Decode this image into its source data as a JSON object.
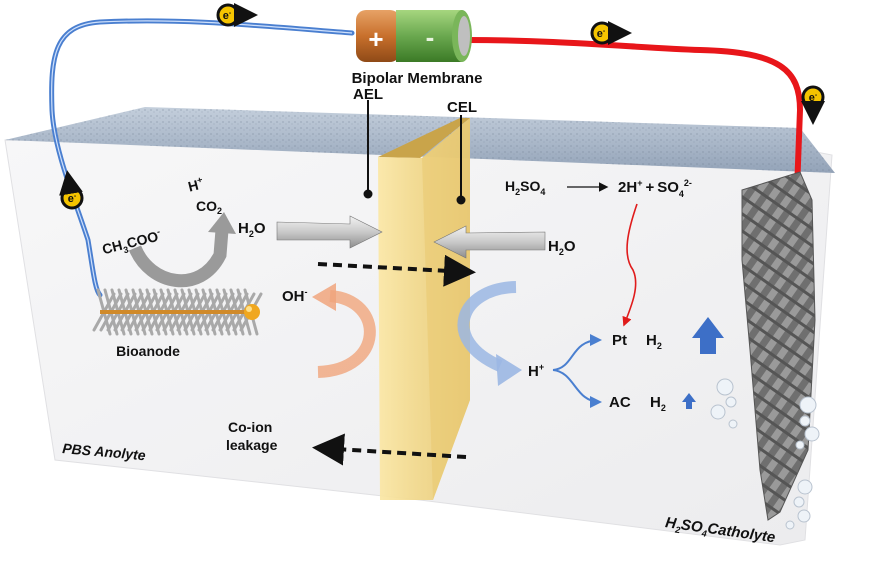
{
  "battery": {
    "positive_symbol": "+",
    "negative_symbol": "-"
  },
  "electron": {
    "symbol": "e",
    "charge": "-"
  },
  "membrane": {
    "title": "Bipolar Membrane",
    "ael_label": "AEL",
    "cel_label": "CEL"
  },
  "anolyte": {
    "label": "PBS Anolyte",
    "bioanode_label": "Bioanode",
    "substrate": {
      "main": "CH",
      "sub": "3",
      "rest": "COO",
      "sup": "-"
    },
    "products": {
      "h_plus": {
        "main": "H",
        "sup": "+"
      },
      "co2": {
        "main": "CO",
        "sub": "2"
      }
    },
    "water": {
      "main": "H",
      "sub": "2",
      "rest": "O"
    },
    "hydroxide": {
      "main": "OH",
      "sup": "-"
    },
    "coion_line1": "Co-ion",
    "coion_line2": "leakage"
  },
  "catholyte": {
    "label_main": "H",
    "label_sub1": "2",
    "label_mid": "SO",
    "label_sub2": "4",
    "label_rest": "Catholyte",
    "water": {
      "main": "H",
      "sub": "2",
      "rest": "O"
    },
    "dissociation": {
      "reactant": {
        "main": "H",
        "sub": "2",
        "rest": "SO",
        "sub2": "4"
      },
      "product1": {
        "main": "2H",
        "sup": "+"
      },
      "plus": "+",
      "product2": {
        "main": "SO",
        "sub": "4",
        "sup": "2-"
      }
    },
    "proton": {
      "main": "H",
      "sup": "+"
    },
    "pt_row": {
      "catalyst": "Pt",
      "gas": "H",
      "sub": "2",
      "arrow_size": "large"
    },
    "ac_row": {
      "catalyst": "AC",
      "gas": "H",
      "sub": "2",
      "arrow_size": "small"
    }
  },
  "colors": {
    "anode_wire": "#4a7fd0",
    "cathode_wire": "#e8161a",
    "battery_positive": "#c8702c",
    "battery_negative": "#6aa84f",
    "membrane": "#f1d98a",
    "electron_fill": "#f5c400",
    "h2_arrow": "#3d6fc7",
    "oh_arrow": "#f0a57c",
    "h_plus_arrow": "#9bb7e3",
    "surface": "#a9b7c9",
    "red_link": "#e01b1b"
  }
}
